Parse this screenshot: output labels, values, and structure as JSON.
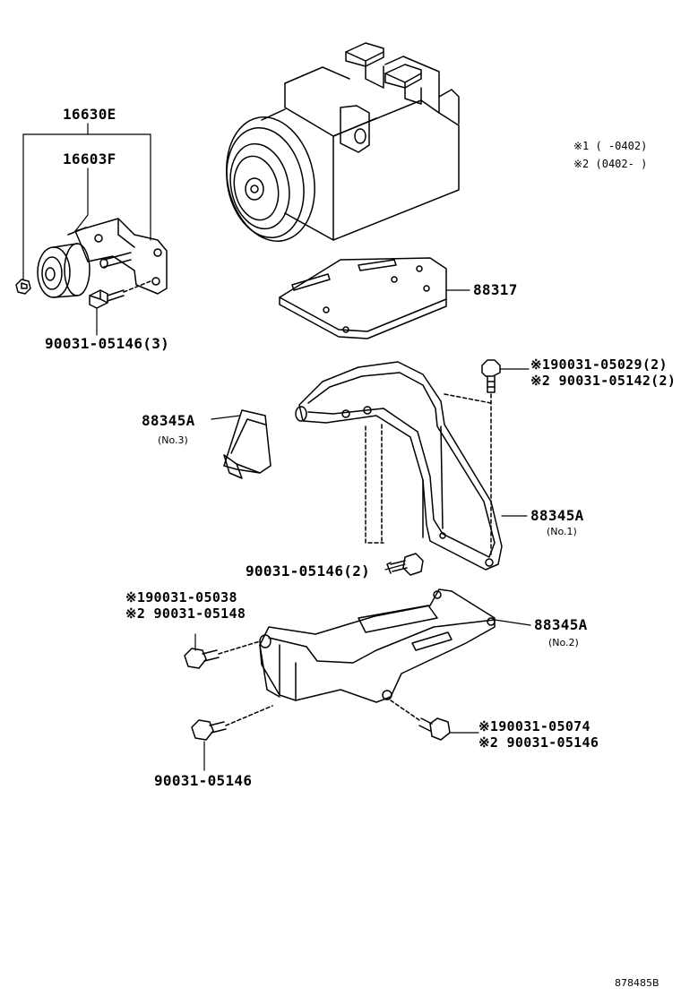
{
  "applicability_notes": {
    "note1": "※1  (    -0402)",
    "note2": "※2  (0402-    )"
  },
  "labels": {
    "p16630E": "16630E",
    "p16603F": "16603F",
    "p90031_05146_3": "90031-05146(3)",
    "p88317": "88317",
    "bolt_top_1": "※190031-05029(2)",
    "bolt_top_2": "※2 90031-05142(2)",
    "p88345A_no3": "88345A",
    "p88345A_no3_sub": "(No.3)",
    "p88345A_no1": "88345A",
    "p88345A_no1_sub": "(No.1)",
    "p90031_05146_2": "90031-05146(2)",
    "bolt_left_1": "※190031-05038",
    "bolt_left_2": "※2 90031-05148",
    "p88345A_no2": "88345A",
    "p88345A_no2_sub": "(No.2)",
    "bolt_right_1": "※190031-05074",
    "bolt_right_2": "※2 90031-05146",
    "p90031_05146": "90031-05146"
  },
  "figure_id": "878485B",
  "colors": {
    "line": "#000000",
    "background": "#ffffff"
  }
}
